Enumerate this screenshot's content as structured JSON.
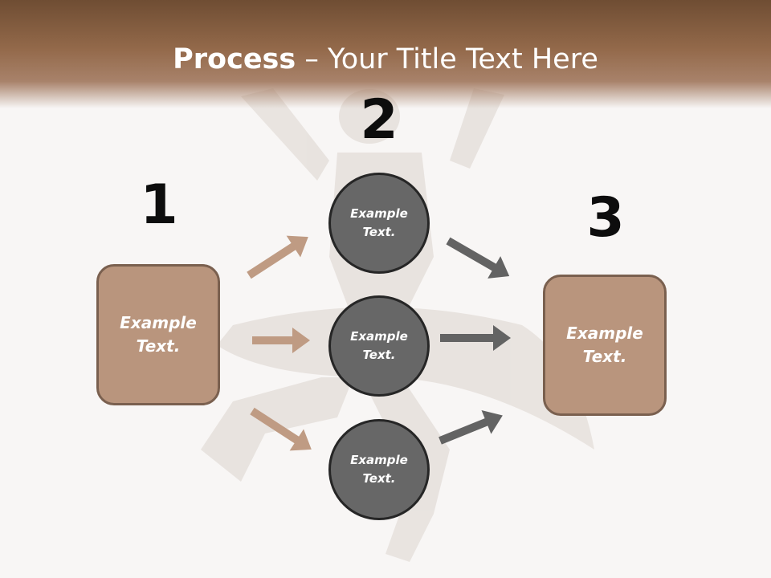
{
  "slide": {
    "title_bold": "Process",
    "title_rest": " – Your Title Text Here"
  },
  "steps": {
    "step1": {
      "number": "1",
      "text": "Example Text."
    },
    "step2": {
      "number": "2",
      "circles": [
        {
          "text": "Example Text."
        },
        {
          "text": "Example Text."
        },
        {
          "text": "Example Text."
        }
      ]
    },
    "step3": {
      "number": "3",
      "text": "Example Text."
    }
  },
  "colors": {
    "title_bar": "#8a6245",
    "box_fill": "#b9957d",
    "box_border": "#7a604f",
    "circle_fill": "#676767",
    "circle_border": "#262626",
    "arrow_left": "#bf9b83",
    "arrow_right": "#636363"
  },
  "icons": {
    "background": "ballet-dancer-photo",
    "connectors": "arrow-icon"
  }
}
